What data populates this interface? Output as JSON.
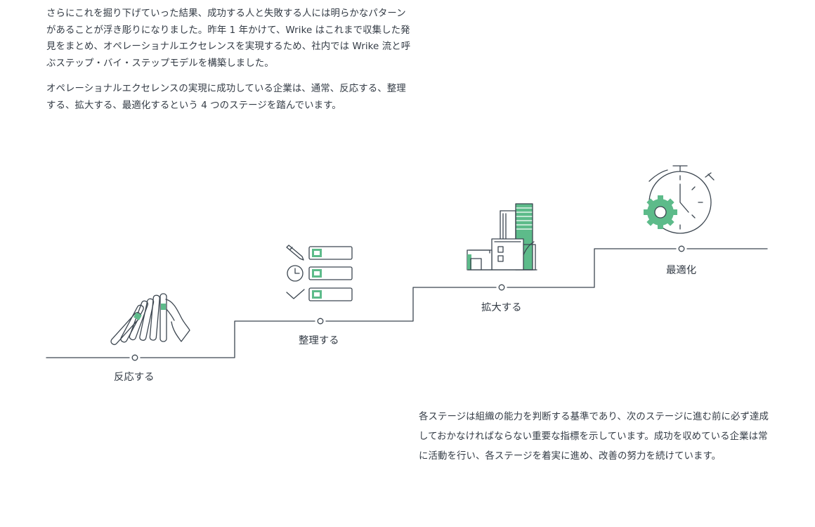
{
  "intro": {
    "paragraphs": [
      "さらにこれを掘り下げていった結果、成功する人と失敗する人には明らかなパターンがあることが浮き彫りになりました。昨年 1 年かけて、Wrike はこれまで収集した発見をまとめ、オペレーショナルエクセレンスを実現するため、社内では Wrike 流と呼ぶステップ・バイ・ステップモデルを構築しました。",
      "オペレーショナルエクセレンスの実現に成功している企業は、通常、反応する、整理する、拡大する、最適化するという 4 つのステージを踏んでいます。"
    ]
  },
  "stages": [
    {
      "label": "反応する",
      "icon": "dominoes-icon"
    },
    {
      "label": "整理する",
      "icon": "checklist-icon"
    },
    {
      "label": "拡大する",
      "icon": "buildings-icon"
    },
    {
      "label": "最適化",
      "icon": "stopwatch-gear-icon"
    }
  ],
  "outro": {
    "text": "各ステージは組織の能力を判断する基準であり、次のステージに進む前に必ず達成しておかなければならない重要な指標を示しています。成功を収めている企業は常に活動を行い、各ステージを着実に進め、改善の努力を続けています。"
  },
  "colors": {
    "text": "#333b45",
    "line": "#3c4650",
    "accent": "#5dbb8a"
  }
}
